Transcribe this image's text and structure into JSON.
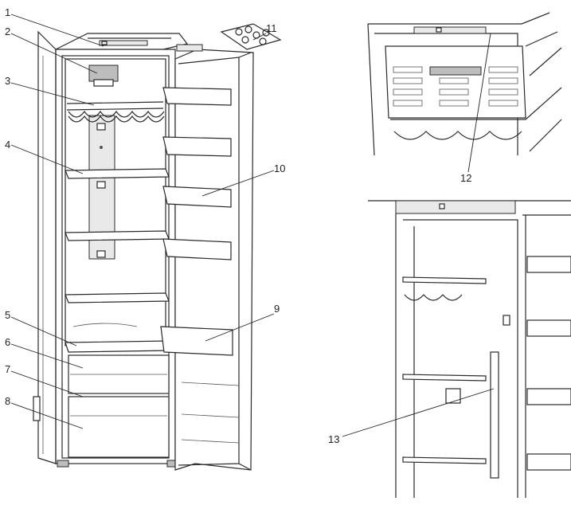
{
  "callouts": [
    {
      "num": "1"
    },
    {
      "num": "2"
    },
    {
      "num": "3"
    },
    {
      "num": "4"
    },
    {
      "num": "5"
    },
    {
      "num": "6"
    },
    {
      "num": "7"
    },
    {
      "num": "8"
    },
    {
      "num": "9"
    },
    {
      "num": "10"
    },
    {
      "num": "11"
    },
    {
      "num": "12"
    },
    {
      "num": "13"
    }
  ],
  "panels": {
    "main": "refrigerator-front-open",
    "detail_top": "control-panel-and-light",
    "detail_bottom": "interior-side-with-rail"
  }
}
